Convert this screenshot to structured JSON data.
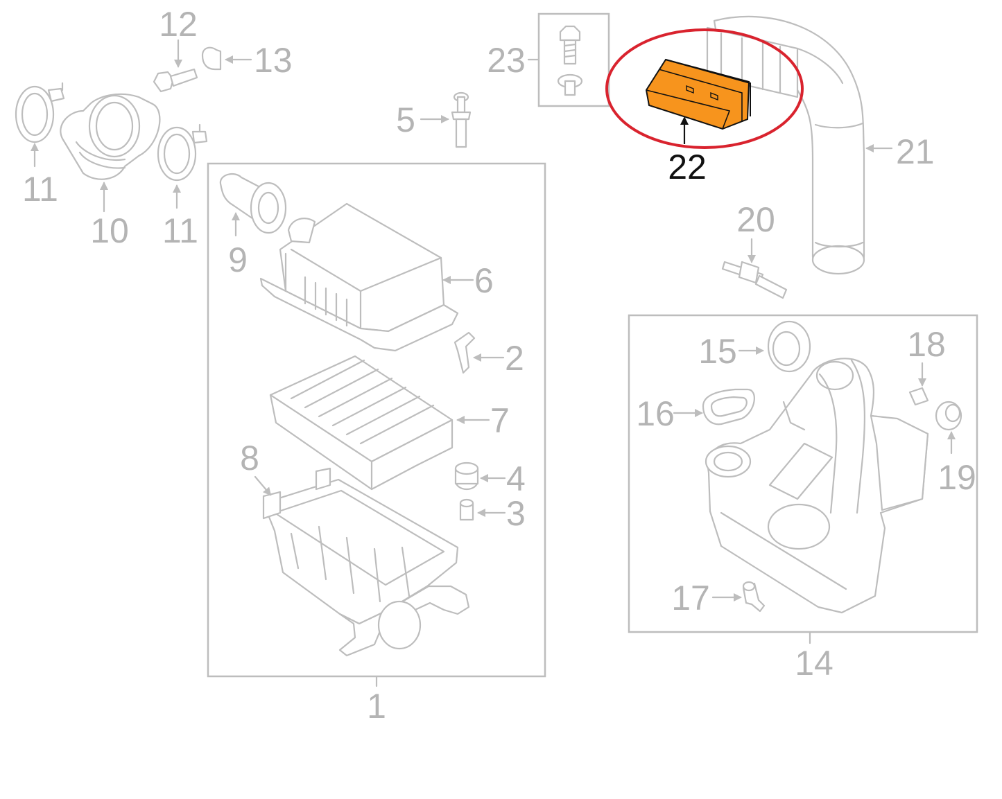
{
  "diagram": {
    "colors": {
      "line_gray": "#bdbdbd",
      "label_gray": "#b4b4b4",
      "highlight_fill": "#f7941d",
      "highlight_circle": "#d9232e",
      "highlight_label": "#111111"
    },
    "highlighted_part": "22",
    "callouts": {
      "p1": "1",
      "p2": "2",
      "p3": "3",
      "p4": "4",
      "p5": "5",
      "p6": "6",
      "p7": "7",
      "p8": "8",
      "p9": "9",
      "p10": "10",
      "p11a": "11",
      "p11b": "11",
      "p12": "12",
      "p13": "13",
      "p14": "14",
      "p15": "15",
      "p16": "16",
      "p17": "17",
      "p18": "18",
      "p19": "19",
      "p20": "20",
      "p21": "21",
      "p22": "22",
      "p23": "23"
    }
  }
}
